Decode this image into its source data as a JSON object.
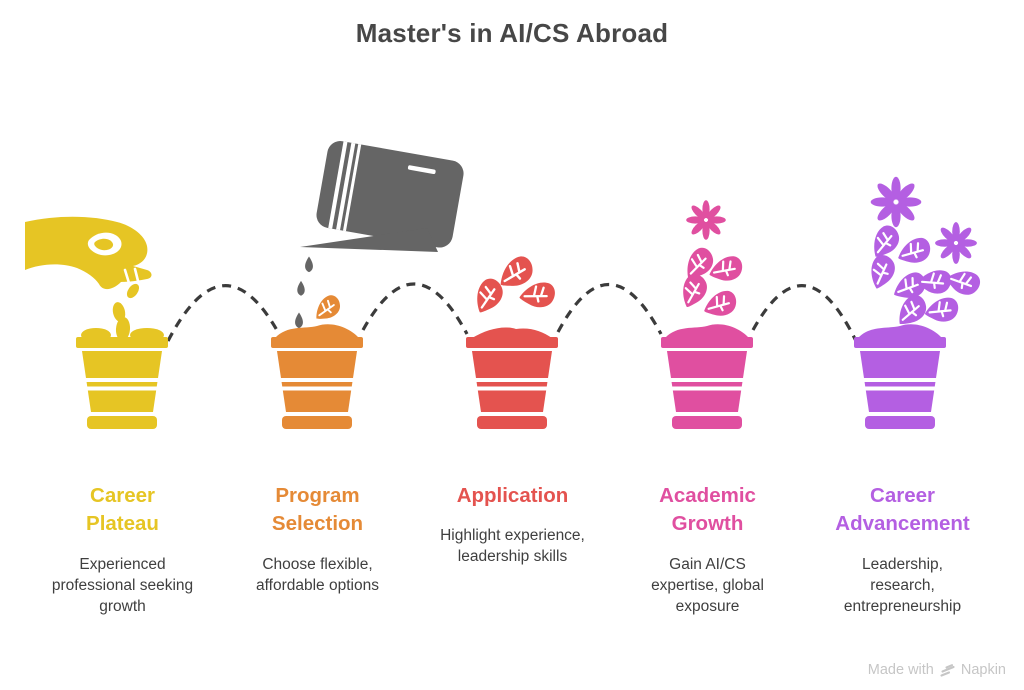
{
  "title": "Master's in AI/CS Abroad",
  "colors": {
    "background": "#FFFFFF",
    "title_text": "#474747",
    "description_text": "#3F3F3F",
    "connector": "#3B3B3B",
    "watering_can": "#656565",
    "watermark": "#C6C6C6"
  },
  "stages": [
    {
      "title": "Career\nPlateau",
      "description": "Experienced\nprofessional seeking\ngrowth",
      "color": "#E6C524",
      "icon": "hand-dropping-seeds-into-pot"
    },
    {
      "title": "Program\nSelection",
      "description": "Choose flexible,\naffordable options",
      "color": "#E58A36",
      "icon": "watering-can-over-pot"
    },
    {
      "title": "Application",
      "description": "Highlight experience,\nleadership skills",
      "color": "#E4534F",
      "icon": "pot-with-sprouting-leaves"
    },
    {
      "title": "Academic\nGrowth",
      "description": "Gain AI/CS\nexpertise, global\nexposure",
      "color": "#E04FA0",
      "icon": "pot-with-flower-and-leaves"
    },
    {
      "title": "Career\nAdvancement",
      "description": "Leadership,\nresearch,\nentrepreneurship",
      "color": "#B45FE2",
      "icon": "pot-in-full-bloom"
    }
  ],
  "watermark": {
    "prefix": "Made with",
    "brand": "Napkin",
    "icon": "napkin-logo-icon"
  }
}
